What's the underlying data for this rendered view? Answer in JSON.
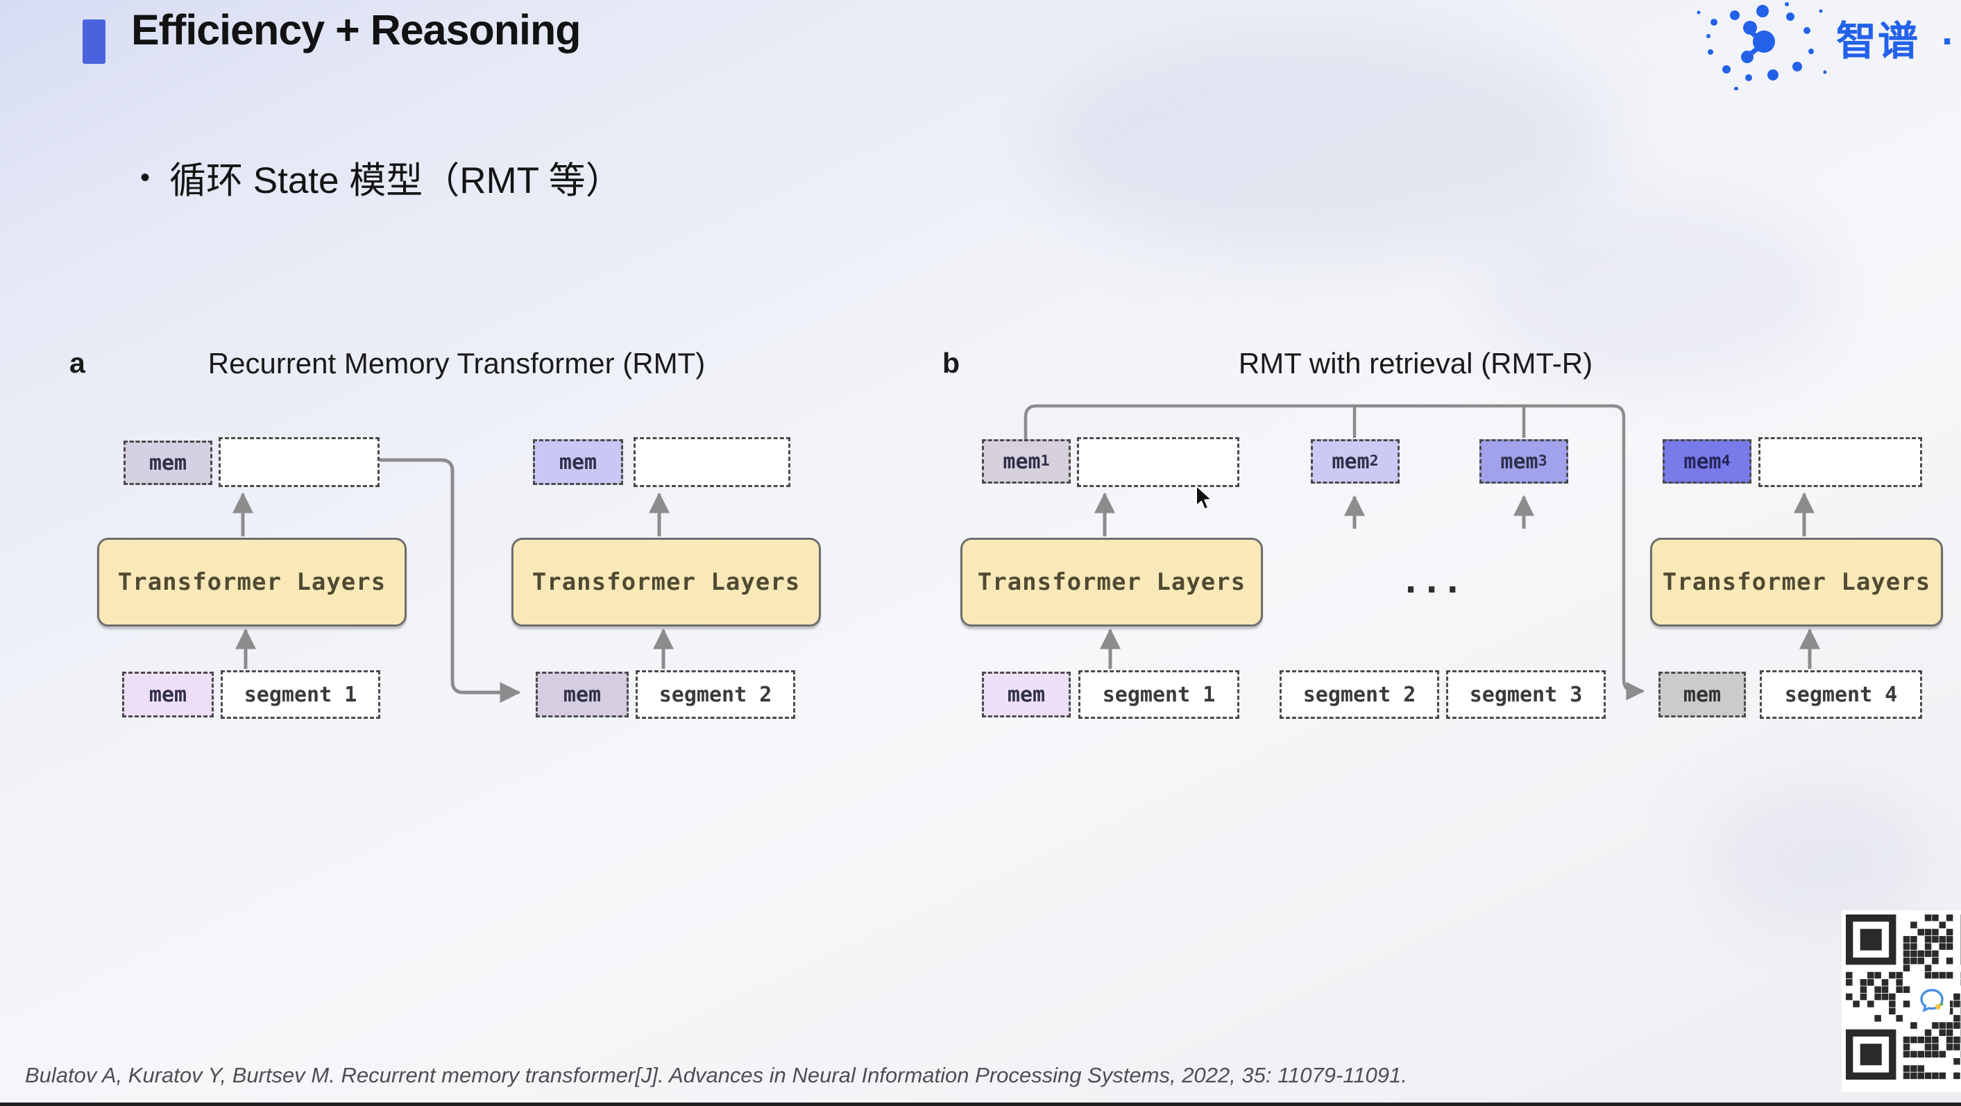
{
  "header": {
    "title": "Efficiency + Reasoning",
    "accent_color": "#4a63dd",
    "logo_text": "智谱",
    "logo_suffix": "·",
    "logo_color": "#2361e8"
  },
  "bullet": {
    "marker": "•",
    "text": "循环 State 模型（RMT 等）"
  },
  "icons": {
    "logo": "molecule-dots-icon",
    "cursor": "mouse-pointer-icon",
    "qr": "qr-code-with-chat-bubble"
  },
  "diagram_a": {
    "label": "a",
    "heading": "Recurrent Memory Transformer (RMT)",
    "layers_fill": "#f9e9b8",
    "step1": {
      "top_mem": {
        "text": "mem",
        "color": "#d5d1e3"
      },
      "layers": "Transformer Layers",
      "bottom_mem": {
        "text": "mem",
        "color": "#eedff8"
      },
      "segment": "segment 1"
    },
    "step2": {
      "top_mem": {
        "text": "mem",
        "color": "#c9c8f4"
      },
      "layers": "Transformer Layers",
      "bottom_mem": {
        "text": "mem",
        "color": "#d6cde1"
      },
      "segment": "segment 2"
    }
  },
  "diagram_b": {
    "label": "b",
    "heading": "RMT with retrieval (RMT-R)",
    "mems_top": [
      {
        "text": "mem",
        "sub": "1",
        "color": "#d7d1dd"
      },
      {
        "text": "mem",
        "sub": "2",
        "color": "#cacaf4"
      },
      {
        "text": "mem",
        "sub": "3",
        "color": "#a1a2ec"
      },
      {
        "text": "mem",
        "sub": "4",
        "color": "#787be9"
      }
    ],
    "layers_left": "Transformer Layers",
    "layers_right": "Transformer Layers",
    "ellipsis": "...",
    "bottom": {
      "mem_left": {
        "text": "mem",
        "color": "#eee0f8"
      },
      "segment1": "segment 1",
      "segment2": "segment 2",
      "segment3": "segment 3",
      "mem_right": {
        "text": "mem",
        "color": "#cbcbcb"
      },
      "segment4": "segment 4"
    }
  },
  "footer": {
    "citation": "Bulatov A, Kuratov Y, Burtsev M. Recurrent memory transformer[J]. Advances in Neural Information Processing Systems, 2022, 35: 11079-11091."
  }
}
